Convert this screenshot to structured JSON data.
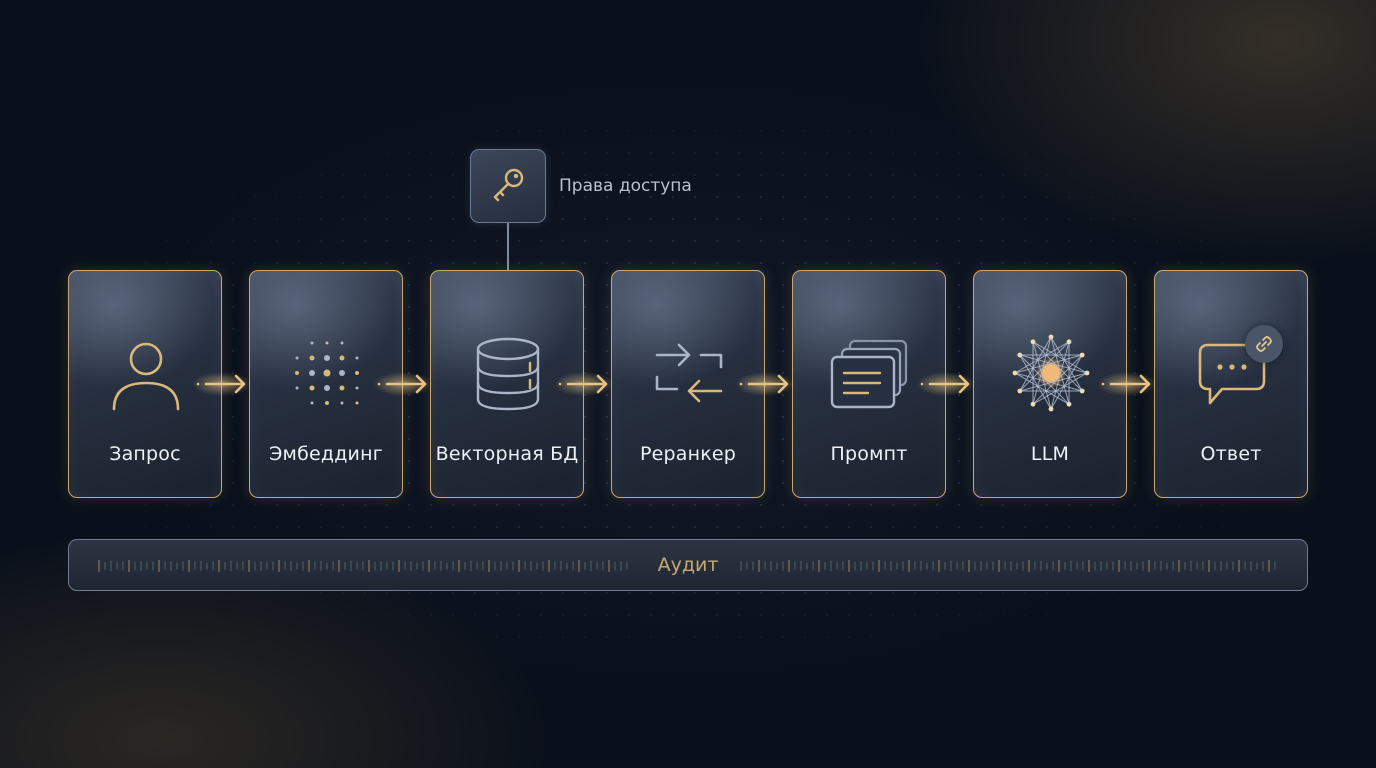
{
  "access": {
    "label": "Права доступа",
    "icon": "key-icon"
  },
  "steps": [
    {
      "label": "Запрос",
      "icon": "user-icon"
    },
    {
      "label": "Эмбеддинг",
      "icon": "dot-matrix-icon"
    },
    {
      "label": "Векторная БД",
      "icon": "database-icon"
    },
    {
      "label": "Реранкер",
      "icon": "swap-arrows-icon"
    },
    {
      "label": "Промпт",
      "icon": "stacked-cards-icon"
    },
    {
      "label": "LLM",
      "icon": "network-star-icon"
    },
    {
      "label": "Ответ",
      "icon": "chat-bubble-icon"
    }
  ],
  "audit": {
    "label": "Аудит"
  },
  "colors": {
    "accent": "#c9a86f",
    "background": "#0a101b",
    "card": "#2a3344",
    "text": "#eef1f6"
  }
}
